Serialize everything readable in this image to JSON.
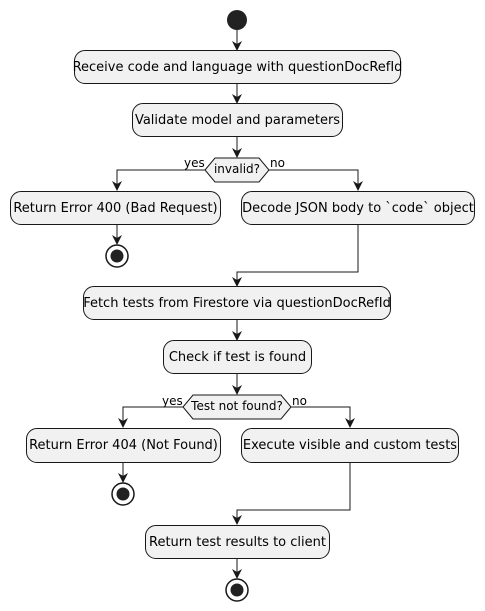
{
  "diagram": {
    "actions": {
      "receive": "Receive code and language with questionDocRefId",
      "validate": "Validate model and parameters",
      "error400": "Return Error 400 (Bad Request)",
      "decode": "Decode JSON body to `code` object",
      "fetch": "Fetch tests from Firestore via questionDocRefId",
      "check": "Check if test is found",
      "error404": "Return Error 404 (Not Found)",
      "execute": "Execute visible and custom tests",
      "return_results": "Return test results to client"
    },
    "decisions": {
      "invalid": "invalid?",
      "not_found": "Test not found?"
    },
    "branch_labels": {
      "invalid_yes": "yes",
      "invalid_no": "no",
      "notfound_yes": "yes",
      "notfound_no": "no"
    },
    "colors": {
      "node_fill": "#f1f1f1",
      "line": "#181818"
    }
  }
}
